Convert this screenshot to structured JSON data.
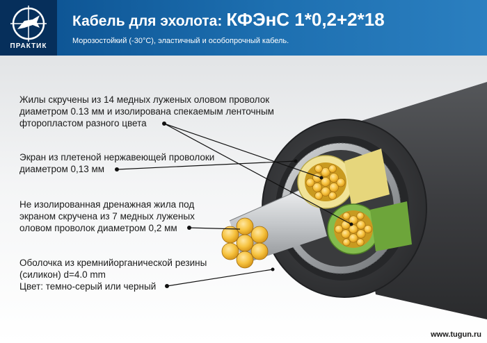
{
  "header": {
    "brand": "ПРАКТИК",
    "title_prefix": "Кабель для эхолота:",
    "title_model": "КФЭнС 1*0,2+2*18",
    "subtitle": "Морозостойкий (-30°С), эластичный и особопрочный кабель."
  },
  "callouts": {
    "cores": {
      "line1": "Жилы скручены из 14 медных луженых оловом проволок",
      "line2": "диаметром 0.13 мм и изолирована спекаемым ленточным",
      "line3": "фторопластом разного цвета"
    },
    "shield": {
      "line1": "Экран из плетеной нержавеющей проволоки",
      "line2": "диаметром 0,13 мм"
    },
    "drain": {
      "line1": "Не изолированная дренажная жила под",
      "line2": "экраном скручена из 7 медных луженых",
      "line3": "оловом проволок диаметром 0,2 мм"
    },
    "sheath": {
      "line1": "Оболочка из кремнийорганической резины",
      "line2": "(силикон) d=4.0 mm",
      "line3": "Цвет: темно-серый или черный"
    }
  },
  "footer": {
    "watermark": "www.tugun.ru"
  },
  "colors": {
    "header_blue": "#1d6fb0",
    "logo_navy": "#062f5b",
    "sheath_dark": "#3a3b3d",
    "core_yellow": "#f0e08a",
    "core_green": "#7fb84a",
    "copper": "#f1b429"
  }
}
